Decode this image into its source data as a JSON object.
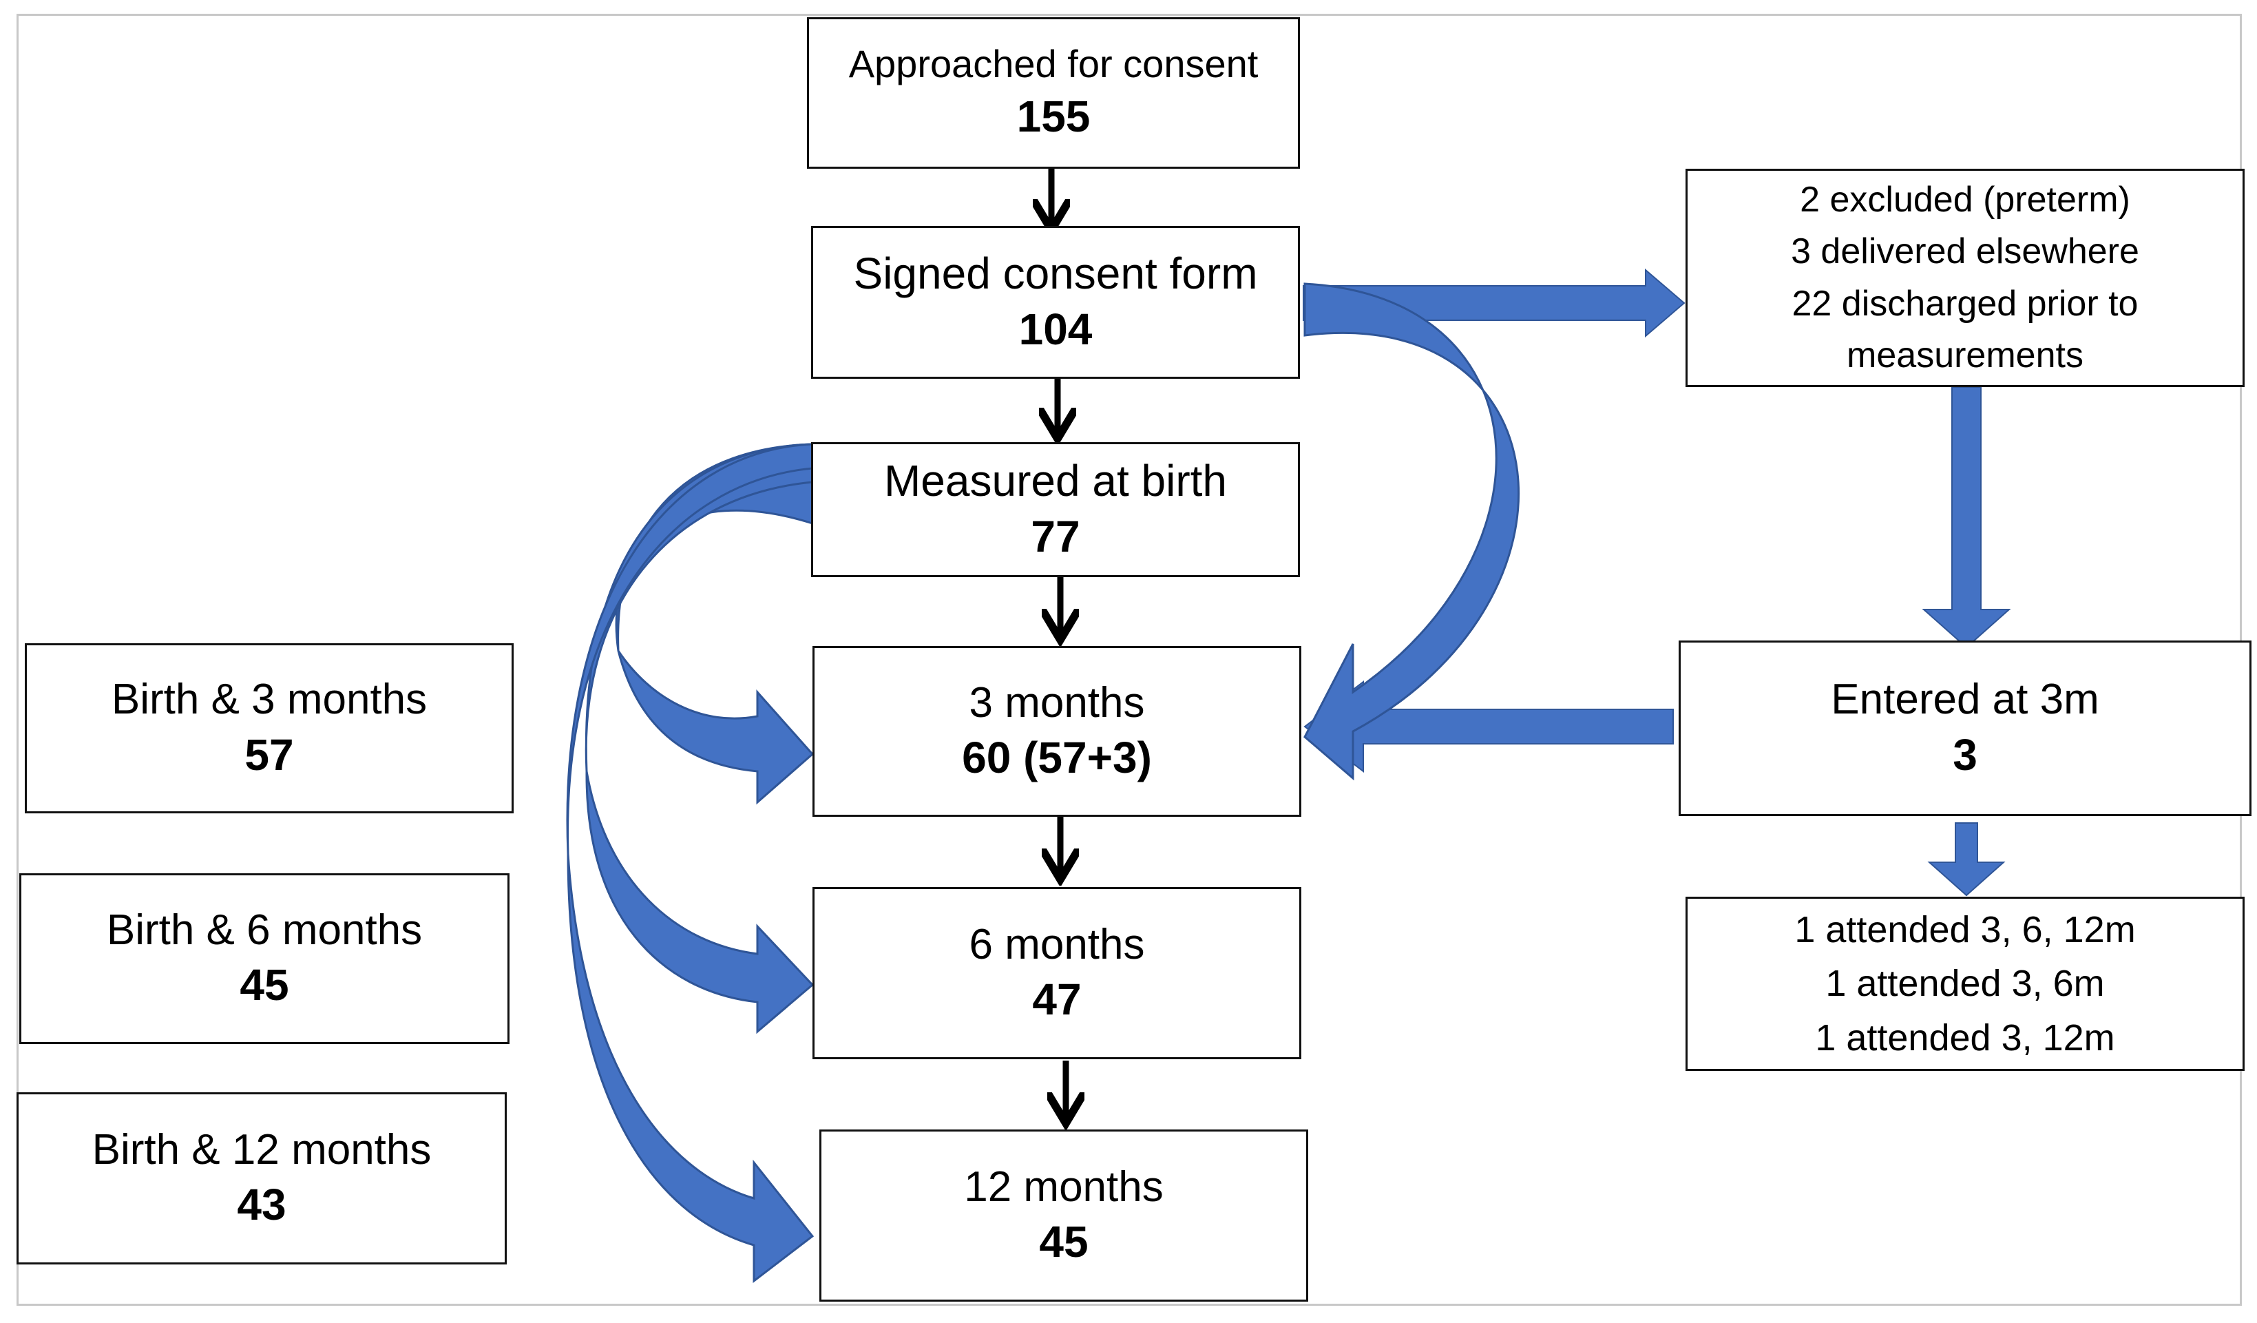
{
  "colors": {
    "flow_arrow": "#4472c4",
    "flow_arrow_dark": "#2f5597",
    "box_border": "#111111",
    "frame": "#c8c8c8"
  },
  "boxes": {
    "approached": {
      "label": "Approached for consent",
      "value": "155"
    },
    "consent": {
      "label": "Signed consent form",
      "value": "104"
    },
    "birth": {
      "label": "Measured at birth",
      "value": "77"
    },
    "m3": {
      "label": "3 months",
      "value": "60 (57+3)"
    },
    "m6": {
      "label": "6 months",
      "value": "47"
    },
    "m12": {
      "label": "12 months",
      "value": "45"
    },
    "excluded": {
      "lines": [
        "2 excluded (preterm)",
        "3 delivered elsewhere",
        "22 discharged prior to",
        "measurements"
      ]
    },
    "entered3m": {
      "label": "Entered at 3m",
      "value": "3"
    },
    "attended": {
      "lines": [
        "1 attended 3, 6, 12m",
        "1 attended 3, 6m",
        "1 attended 3, 12m"
      ]
    },
    "b3": {
      "label": "Birth & 3 months",
      "value": "57"
    },
    "b6": {
      "label": "Birth & 6 months",
      "value": "45"
    },
    "b12": {
      "label": "Birth & 12 months",
      "value": "43"
    }
  }
}
